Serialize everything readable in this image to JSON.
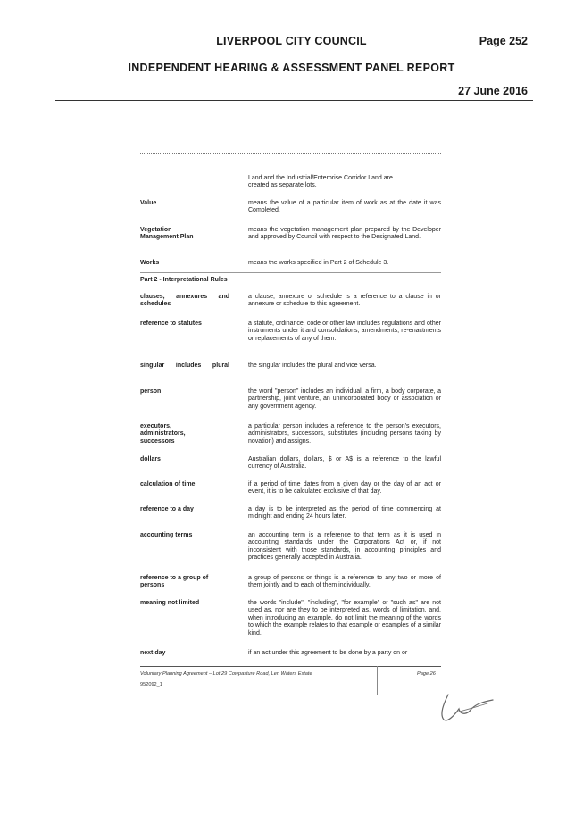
{
  "header": {
    "council": "LIVERPOOL CITY COUNCIL",
    "page": "Page 252",
    "report": "INDEPENDENT HEARING & ASSESSMENT PANEL REPORT",
    "date": "27 June 2016"
  },
  "document": {
    "intro_line1": "Land and the Industrial/Enterprise Corridor Land are",
    "intro_line2": "created as separate lots.",
    "definitions": [
      {
        "term": "Value",
        "definition": "means the value of a particular item of work as at the date it was Completed."
      },
      {
        "term": "Vegetation Management Plan",
        "definition": "means the vegetation management plan prepared by the Developer and approved by Council with respect to the Designated Land."
      },
      {
        "term": "Works",
        "definition": "means the works specified in Part 2 of Schedule 3."
      }
    ],
    "part2_heading": "Part 2 - Interpretational Rules",
    "rules": [
      {
        "term": "clauses, annexures and schedules",
        "definition": "a clause, annexure or schedule is a reference to a clause in or annexure or schedule to this agreement."
      },
      {
        "term": "reference to statutes",
        "definition": "a statute, ordinance, code or other law includes regulations and other instruments under it and consolidations, amendments, re-enactments or replacements of any of them."
      },
      {
        "term": "singular includes plural",
        "definition": "the singular includes the plural and vice versa."
      },
      {
        "term": "person",
        "definition": "the word \"person\" includes an individual, a firm, a body corporate, a partnership, joint venture, an unincorporated body or association or any government agency."
      },
      {
        "term": "executors, administrators, successors",
        "definition": "a particular person includes a reference to the person's executors, administrators, successors, substitutes (including persons taking by novation) and assigns."
      },
      {
        "term": "dollars",
        "definition": "Australian dollars, dollars, $ or A$ is a reference to the lawful currency of Australia."
      },
      {
        "term": "calculation of time",
        "definition": "if a period of time dates from a given day or the day of an act or event, it is to be calculated exclusive of that day."
      },
      {
        "term": "reference to a day",
        "definition": "a day is to be interpreted as the period of time commencing at midnight and ending 24 hours later."
      },
      {
        "term": "accounting terms",
        "definition": "an accounting term is a reference to that term as it is used in accounting standards under the Corporations Act or, if not inconsistent with those standards, in accounting principles and practices generally accepted in Australia."
      },
      {
        "term": "reference to a group of persons",
        "definition": "a group of persons or things is a reference to any two or more of them jointly and to each of them individually."
      },
      {
        "term": "meaning not limited",
        "definition": "the words \"include\", \"including\", \"for example\" or \"such as\" are not used as, nor are they to be interpreted as, words of limitation, and, when introducing an example, do not limit the meaning of the words to which the example relates to that example or examples of a similar kind."
      },
      {
        "term": "next day",
        "definition": "if an act under this agreement to be done by a party on or"
      }
    ]
  },
  "footer": {
    "agreement": "Voluntary Planning Agreement – Lot 29 Cowpasture Road, Len Waters Estate",
    "doc_id": "952092_1",
    "page": "Page 26"
  },
  "icons": {
    "signature": "handwritten-initials-icon"
  }
}
